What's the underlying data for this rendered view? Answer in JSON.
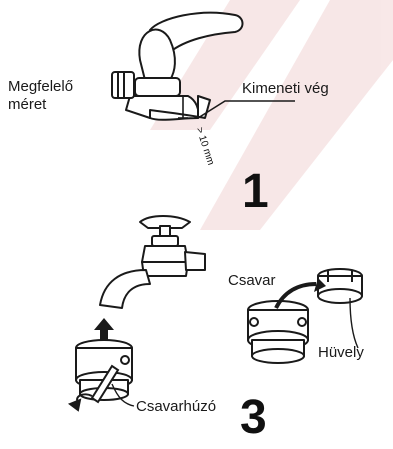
{
  "labels": {
    "size_line1": "Megfelelő",
    "size_line2": "méret",
    "outlet_end": "Kimeneti vég",
    "clearance": "> 10 mm",
    "screw": "Csavar",
    "sleeve": "Hüvely",
    "screwdriver": "Csavarhúzó"
  },
  "steps": {
    "first": "1",
    "third": "3"
  },
  "colors": {
    "ink": "#1a1a1a",
    "watermark": "#f3dede",
    "fill": "#ffffff"
  }
}
